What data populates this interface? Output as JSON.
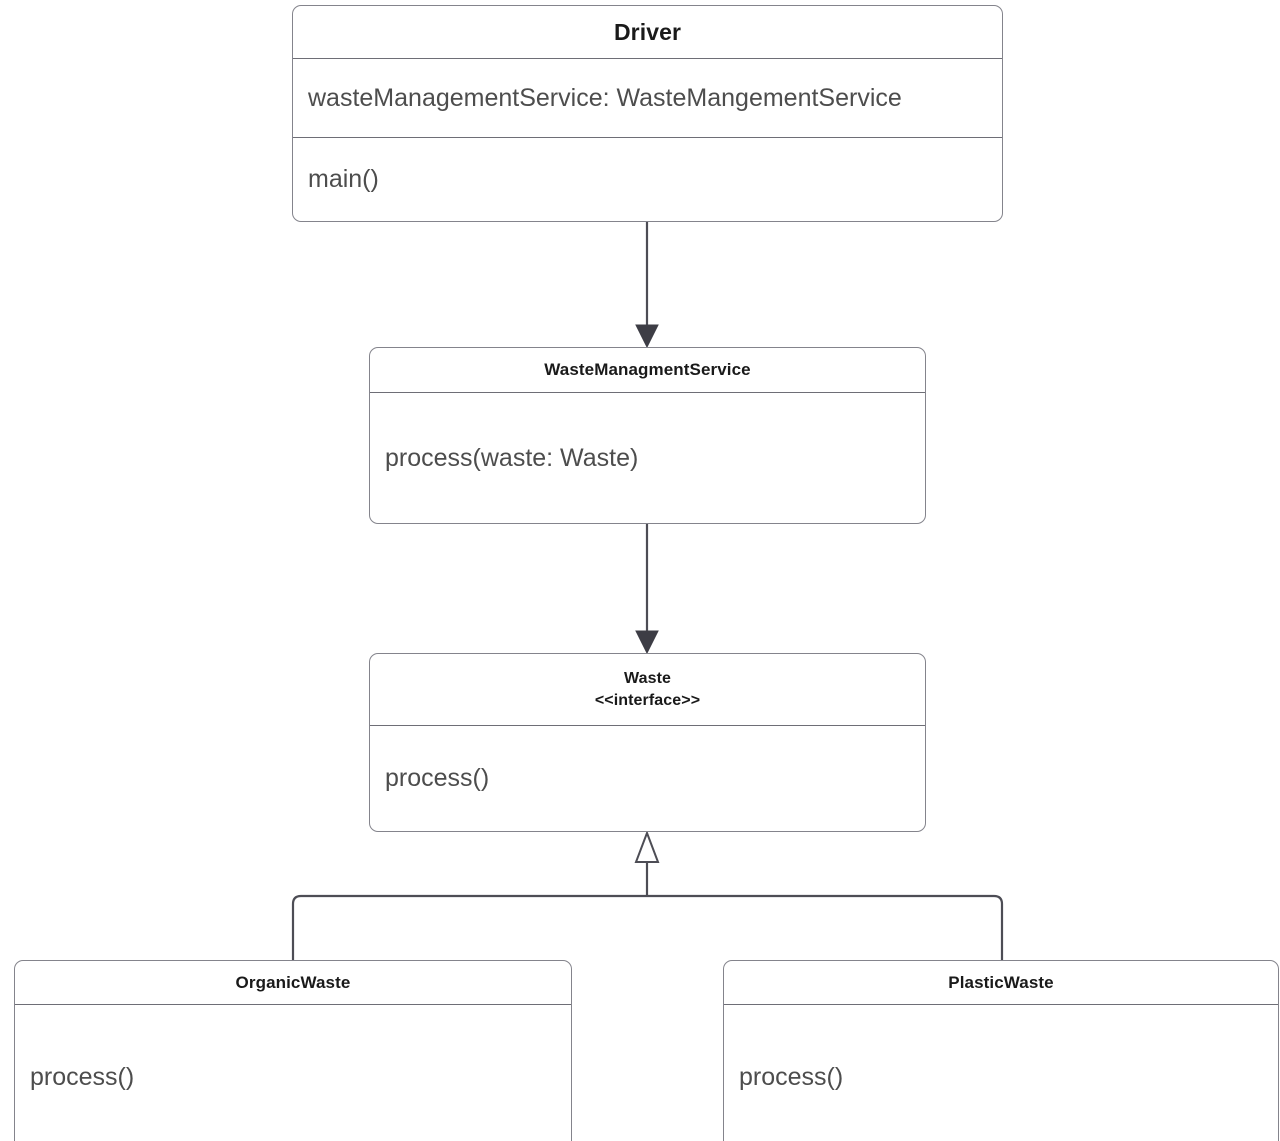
{
  "diagram": {
    "type": "uml-class-diagram",
    "background_color": "#ffffff",
    "line_color": "#4d4d55",
    "box_border_color": "#84848c",
    "title_text_color": "#1a1a1a",
    "body_text_color": "#4d4d4d"
  },
  "classes": {
    "driver": {
      "name": "Driver",
      "attributes": [
        "wasteManagementService: WasteMangementService"
      ],
      "operations": [
        "main()"
      ]
    },
    "service": {
      "name": "WasteManagmentService",
      "operations": [
        "process(waste: Waste)"
      ]
    },
    "waste": {
      "name": "Waste",
      "stereotype": "<<interface>>",
      "operations": [
        "process()"
      ]
    },
    "organic": {
      "name": "OrganicWaste",
      "operations": [
        "process()"
      ]
    },
    "plastic": {
      "name": "PlasticWaste",
      "operations": [
        "process()"
      ]
    }
  },
  "connectors": [
    {
      "id": "driver-to-service",
      "from": "Driver",
      "to": "WasteManagmentService",
      "style": "solid-line",
      "arrowhead": "filled-triangle",
      "direction": "down"
    },
    {
      "id": "service-to-waste",
      "from": "WasteManagmentService",
      "to": "Waste",
      "style": "solid-line",
      "arrowhead": "filled-triangle",
      "direction": "down"
    },
    {
      "id": "organic-to-waste",
      "from": "OrganicWaste",
      "to": "Waste",
      "style": "solid-line",
      "arrowhead": "hollow-triangle",
      "direction": "up"
    },
    {
      "id": "plastic-to-waste",
      "from": "PlasticWaste",
      "to": "Waste",
      "style": "solid-line",
      "arrowhead": "hollow-triangle",
      "direction": "up"
    }
  ]
}
